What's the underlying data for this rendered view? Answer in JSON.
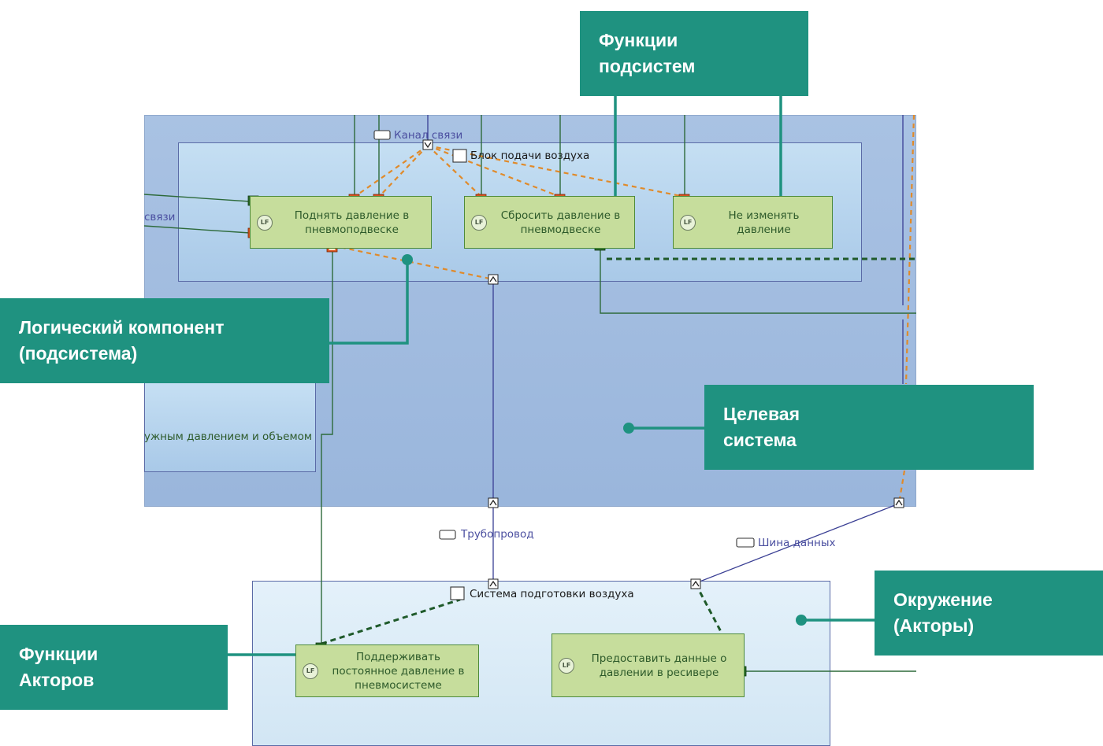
{
  "diagram": {
    "target_system": {
      "components_label": "Блок подачи воздуха",
      "channel_label": "Канал связи",
      "left_cut_label": "связи",
      "left_cut_function": "ужным давлением и объемом"
    },
    "functions": {
      "raise": "Поднять давление в пневмоподвеске",
      "reset": "Сбросить давление в пневмодвеске",
      "keep": "Не изменять давление",
      "maintain": "Поддерживать постоянное давление в пневмосистеме",
      "provide": "Предоставить данные о давлении в ресивере"
    },
    "lf_badge": "LF",
    "pipeline_label": "Трубопровод",
    "databus_label": "Шина данных",
    "environment_label": "Система подготовки воздуха"
  },
  "callouts": {
    "subsystem_functions": [
      "Функции",
      "подсистем"
    ],
    "logical_component": [
      "Логический компонент",
      "(подсистема)"
    ],
    "target_system": [
      "Целевая",
      "система"
    ],
    "environment": [
      "Окружение",
      "(Акторы)"
    ],
    "actor_functions": [
      "Функции",
      "Акторов"
    ]
  },
  "colors": {
    "callout": "#1f9280",
    "system": "#9ab6dc",
    "function": "#c6dd9c",
    "exchange_dashed": "#e08a2a",
    "functional_chain": "#2c6a2c",
    "port_orange": "#d9521f"
  }
}
